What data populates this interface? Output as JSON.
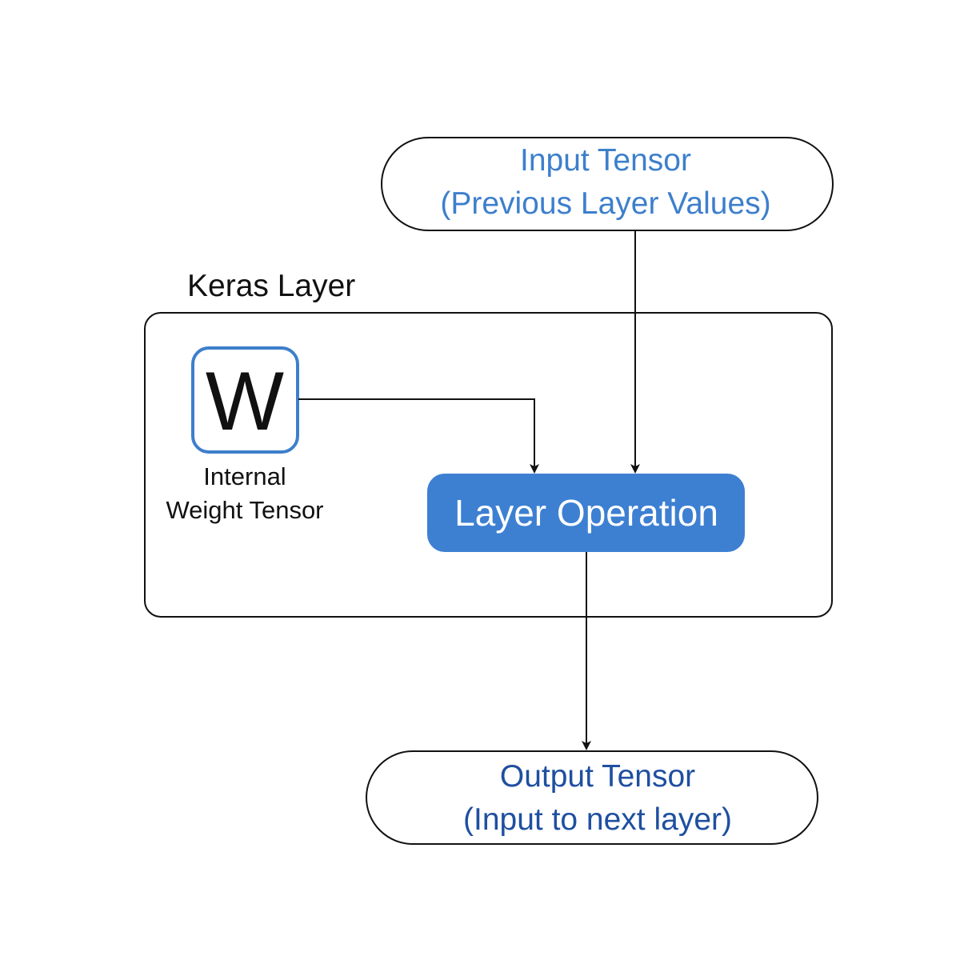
{
  "input_node": {
    "line1": "Input Tensor",
    "line2": "(Previous Layer Values)"
  },
  "layer_container": {
    "label": "Keras Layer"
  },
  "weight_node": {
    "symbol": "W",
    "caption_line1": "Internal",
    "caption_line2": "Weight Tensor"
  },
  "operation_node": {
    "label": "Layer Operation"
  },
  "output_node": {
    "line1": "Output Tensor",
    "line2": "(Input to next layer)"
  },
  "colors": {
    "input_text": "#3d7fcc",
    "output_text": "#1f4fa0",
    "operation_fill": "#3d80d2",
    "operation_text": "#ffffff",
    "weight_border": "#3d7fcc",
    "outline": "#111111"
  }
}
